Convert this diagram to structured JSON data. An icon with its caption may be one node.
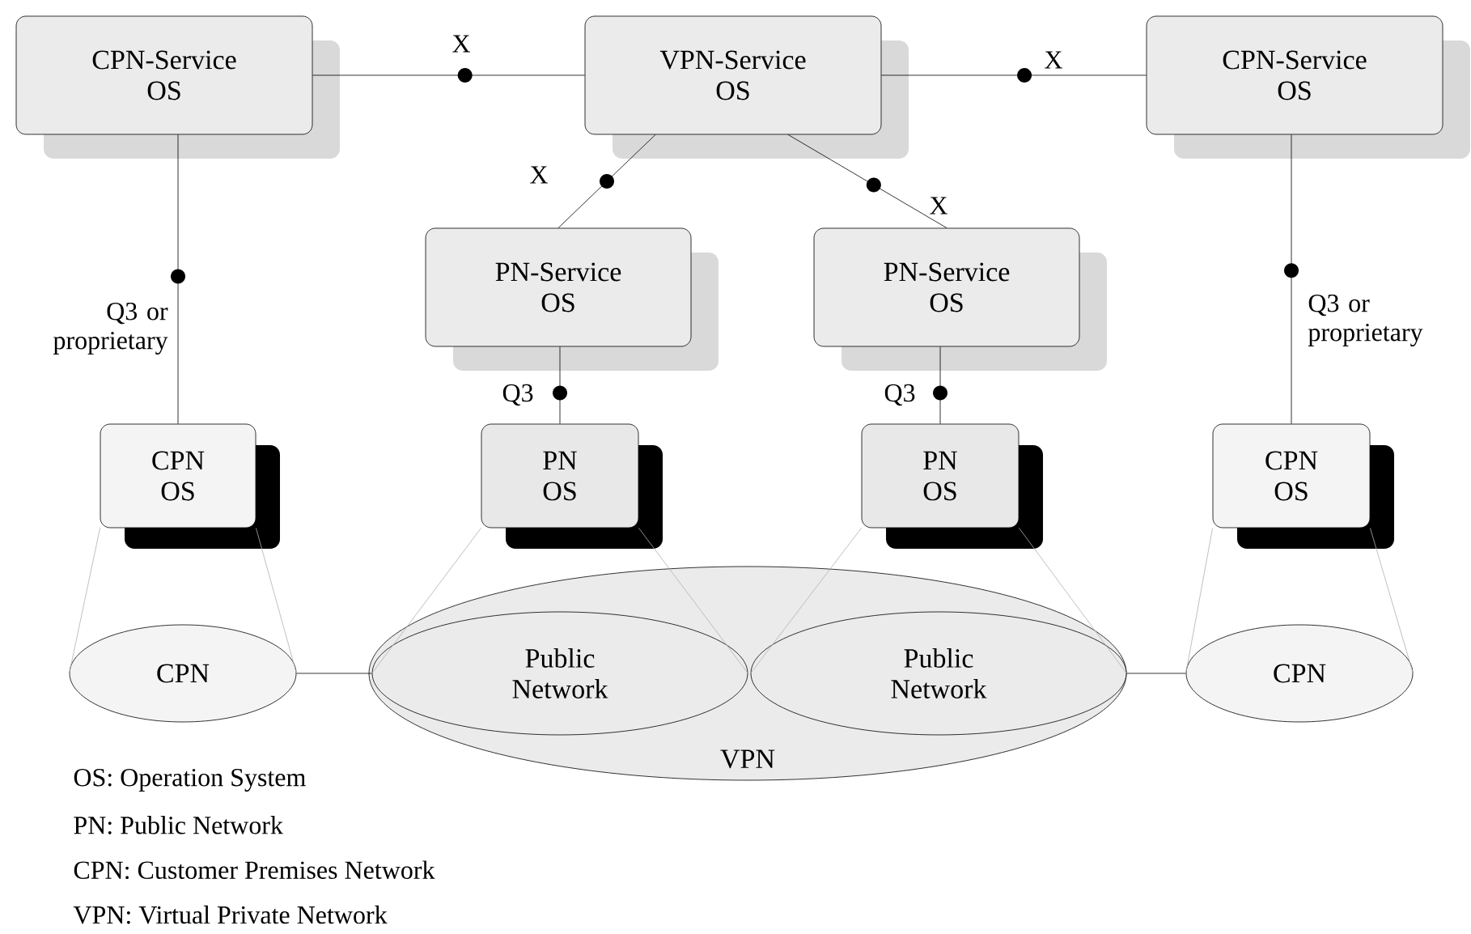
{
  "diagram": {
    "nodes": [
      {
        "text": [
          "CPN-Service OS"
        ]
      },
      {
        "text": [
          "VPN-Service OS"
        ]
      },
      {
        "text": [
          "CPN-Service OS"
        ]
      },
      {
        "text": [
          "PN-Service OS"
        ]
      },
      {
        "text": [
          "PN-Service OS"
        ]
      },
      {
        "text": [
          "CPN OS"
        ]
      },
      {
        "text": [
          "PN OS"
        ]
      },
      {
        "text": [
          "PN OS"
        ]
      },
      {
        "text": [
          "CPN OS"
        ]
      },
      {
        "text": [
          "VPN"
        ]
      },
      {
        "text": [
          "Public Network"
        ],
        "in": 9
      },
      {
        "text": [
          "Public Network"
        ],
        "in": 9
      },
      {
        "text": [
          "CPN"
        ]
      },
      {
        "text": [
          "CPN"
        ]
      }
    ],
    "edges": [
      {
        "from": 0,
        "to": 1,
        "arrow": "none",
        "label": "X"
      },
      {
        "from": 1,
        "to": 2,
        "arrow": "none",
        "label": "X"
      },
      {
        "from": 1,
        "to": 3,
        "arrow": "none",
        "label": "X"
      },
      {
        "from": 1,
        "to": 4,
        "arrow": "none",
        "label": "X"
      },
      {
        "from": 0,
        "to": 5,
        "arrow": "none",
        "label": "Q3 or proprietary"
      },
      {
        "from": 2,
        "to": 8,
        "arrow": "none",
        "label": "Q3 or proprietary"
      },
      {
        "from": 3,
        "to": 6,
        "arrow": "none",
        "label": "Q3"
      },
      {
        "from": 4,
        "to": 7,
        "arrow": "none",
        "label": "Q3"
      },
      {
        "from": 12,
        "to": 10,
        "arrow": "none"
      },
      {
        "from": 11,
        "to": 13,
        "arrow": "none"
      },
      {
        "from": 5,
        "to": 12,
        "arrow": "none",
        "color": "#b0b0b0"
      },
      {
        "from": 5,
        "to": 12,
        "arrow": "none",
        "color": "#b0b0b0"
      },
      {
        "from": 6,
        "to": 10,
        "arrow": "none",
        "color": "#b0b0b0"
      },
      {
        "from": 6,
        "to": 10,
        "arrow": "none",
        "color": "#b0b0b0"
      },
      {
        "from": 7,
        "to": 11,
        "arrow": "none",
        "color": "#b0b0b0"
      },
      {
        "from": 7,
        "to": 11,
        "arrow": "none",
        "color": "#b0b0b0"
      },
      {
        "from": 8,
        "to": 13,
        "arrow": "none",
        "color": "#b0b0b0"
      },
      {
        "from": 8,
        "to": 13,
        "arrow": "none",
        "color": "#b0b0b0"
      }
    ],
    "labels": [
      "OS: Operation System",
      "PN: Public Network",
      "CPN: Customer Premises Network",
      "VPN: Virtual Private Network"
    ]
  }
}
